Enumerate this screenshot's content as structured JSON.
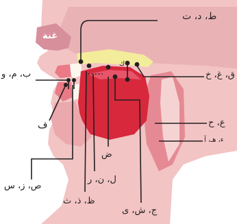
{
  "labels": {
    "ta_da_ta": "ط، د، ت",
    "ghunna": "غنة",
    "kaf": "ك",
    "qaf_ghain_kha": "ق، غ، خ",
    "ba_mim_waw": "ب، م، و",
    "fa": "ف",
    "ain_ha": "ع، ح",
    "hamza_ha_alif": "ء، هـ، آ",
    "dad": "ض",
    "sad_zay_sin": "ص، ز، س",
    "lam_nun_ra": "ل، ن، ر",
    "za_dhal_tha": "ظ، ذ، ث",
    "jim_shin_ya": "ج، ش، ى"
  },
  "colors": {
    "skin": "#f2c4c4",
    "tissue": "#e58a94",
    "tongue": "#d7283c",
    "palate": "#f3ec9a",
    "teeth": "#fbf7ee",
    "leader_line": "#231f20",
    "nasal_label": "#ffffff"
  }
}
